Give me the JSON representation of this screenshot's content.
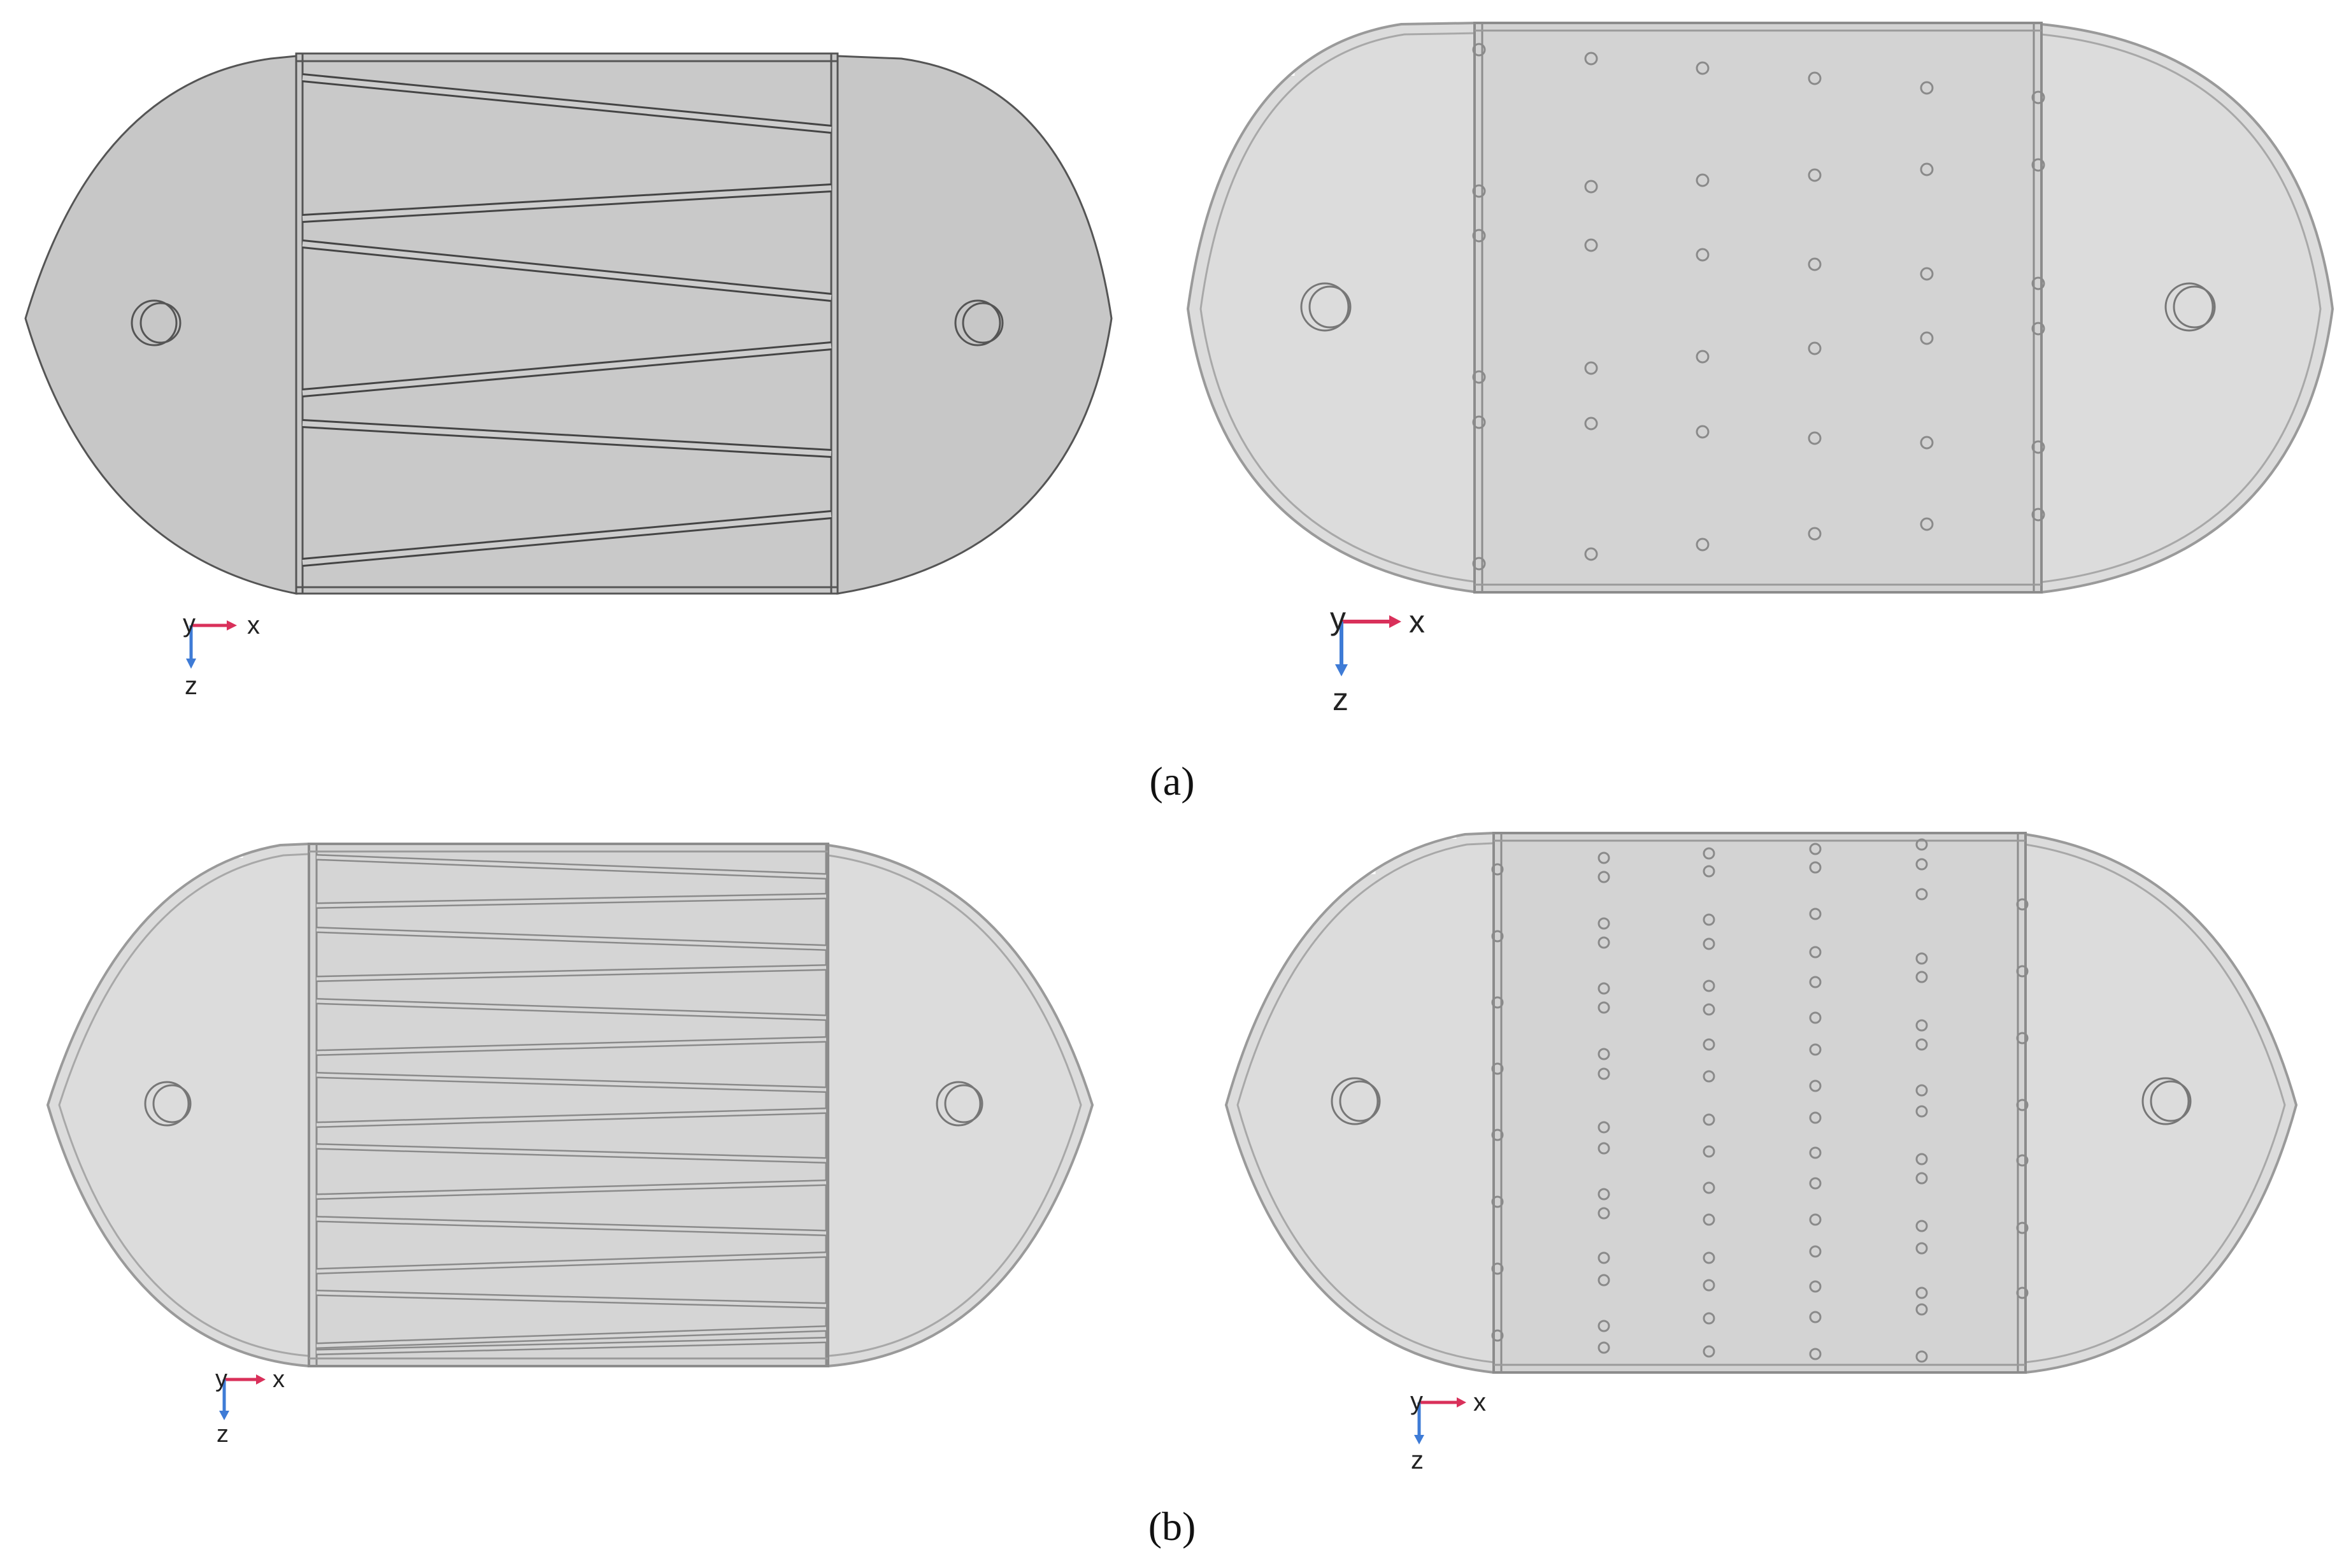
{
  "captions": {
    "a": "(a)",
    "b": "(b)"
  },
  "axis_labels": {
    "y": "y",
    "x": "x",
    "z": "z"
  },
  "colors": {
    "body_dark": "#c7c7c7",
    "body_light": "#dcdcdc",
    "core_light": "#d3d3d3",
    "outline_dark": "#555555",
    "outline_light": "#9a9a9a",
    "axis_x": "#d9305a",
    "axis_z": "#3e7bd6"
  }
}
